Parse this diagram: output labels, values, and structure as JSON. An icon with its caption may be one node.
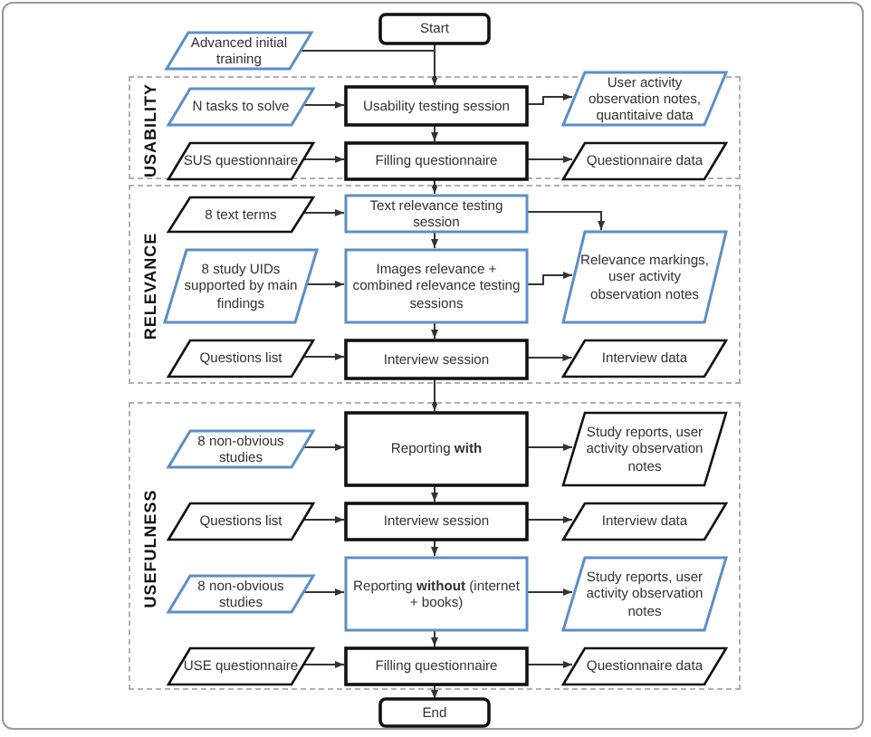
{
  "diagram": {
    "nodes": [
      {
        "text": [
          "Start"
        ]
      },
      {
        "text": [
          "Advanced initial training"
        ]
      },
      {
        "text": [
          "USABILITY"
        ]
      },
      {
        "text": [
          "N tasks to solve"
        ],
        "in": 2
      },
      {
        "text": [
          "Usability testing session"
        ],
        "in": 2
      },
      {
        "text": [
          "User activity observation notes, quantitaive data"
        ],
        "in": 2
      },
      {
        "text": [
          "SUS questionnaire"
        ],
        "in": 2
      },
      {
        "text": [
          "Filling questionnaire"
        ],
        "in": 2
      },
      {
        "text": [
          "Questionnaire data"
        ],
        "in": 2
      },
      {
        "text": [
          "RELEVANCE"
        ]
      },
      {
        "text": [
          "8 text terms"
        ],
        "in": 9
      },
      {
        "text": [
          "Text relevance testing session"
        ],
        "in": 9
      },
      {
        "text": [
          "8 study UIDs supported by main findings"
        ],
        "in": 9
      },
      {
        "text": [
          "Images relevance + combined relevance testing sessions"
        ],
        "in": 9
      },
      {
        "text": [
          "Relevance markings, user activity observation notes"
        ],
        "in": 9
      },
      {
        "text": [
          "Questions list"
        ],
        "in": 9
      },
      {
        "text": [
          "Interview session"
        ],
        "in": 9
      },
      {
        "text": [
          "Interview data"
        ],
        "in": 9
      },
      {
        "text": [
          "USEFULNESS"
        ]
      },
      {
        "text": [
          "8 non-obvious studies"
        ],
        "in": 18
      },
      {
        "text": [
          "Reporting **with**"
        ],
        "in": 18
      },
      {
        "text": [
          "Study reports, user activity observation notes"
        ],
        "in": 18
      },
      {
        "text": [
          "Questions list"
        ],
        "in": 18
      },
      {
        "text": [
          "Interview session"
        ],
        "in": 18
      },
      {
        "text": [
          "Interview data"
        ],
        "in": 18
      },
      {
        "text": [
          "8 non-obvious studies"
        ],
        "in": 18
      },
      {
        "text": [
          "Reporting **without** (internet + books)"
        ],
        "in": 18
      },
      {
        "text": [
          "Study reports, user activity observation notes"
        ],
        "in": 18
      },
      {
        "text": [
          "USE questionnaire"
        ],
        "in": 18
      },
      {
        "text": [
          "Filling questionnaire"
        ],
        "in": 18
      },
      {
        "text": [
          "Questionnaire data"
        ],
        "in": 18
      },
      {
        "text": [
          "End"
        ]
      }
    ],
    "edges": [
      {
        "from": 0,
        "to": 4,
        "arrow": "to"
      },
      {
        "from": 1,
        "to": 4,
        "arrow": "to"
      },
      {
        "from": 3,
        "to": 4,
        "arrow": "to"
      },
      {
        "from": 4,
        "to": 5,
        "arrow": "to"
      },
      {
        "from": 4,
        "to": 7,
        "arrow": "to"
      },
      {
        "from": 6,
        "to": 7,
        "arrow": "to"
      },
      {
        "from": 7,
        "to": 8,
        "arrow": "to"
      },
      {
        "from": 7,
        "to": 11,
        "arrow": "to"
      },
      {
        "from": 10,
        "to": 11,
        "arrow": "to"
      },
      {
        "from": 11,
        "to": 14,
        "arrow": "to"
      },
      {
        "from": 11,
        "to": 13,
        "arrow": "to"
      },
      {
        "from": 12,
        "to": 13,
        "arrow": "to"
      },
      {
        "from": 13,
        "to": 14,
        "arrow": "to"
      },
      {
        "from": 13,
        "to": 16,
        "arrow": "to"
      },
      {
        "from": 15,
        "to": 16,
        "arrow": "to"
      },
      {
        "from": 16,
        "to": 17,
        "arrow": "to"
      },
      {
        "from": 16,
        "to": 20,
        "arrow": "to"
      },
      {
        "from": 19,
        "to": 20,
        "arrow": "to"
      },
      {
        "from": 20,
        "to": 21,
        "arrow": "to"
      },
      {
        "from": 20,
        "to": 23,
        "arrow": "to"
      },
      {
        "from": 22,
        "to": 23,
        "arrow": "to"
      },
      {
        "from": 23,
        "to": 24,
        "arrow": "to"
      },
      {
        "from": 23,
        "to": 26,
        "arrow": "to"
      },
      {
        "from": 25,
        "to": 26,
        "arrow": "to"
      },
      {
        "from": 26,
        "to": 27,
        "arrow": "to"
      },
      {
        "from": 26,
        "to": 29,
        "arrow": "to"
      },
      {
        "from": 28,
        "to": 29,
        "arrow": "to"
      },
      {
        "from": 29,
        "to": 30,
        "arrow": "to"
      },
      {
        "from": 29,
        "to": 31,
        "arrow": "to"
      }
    ]
  }
}
